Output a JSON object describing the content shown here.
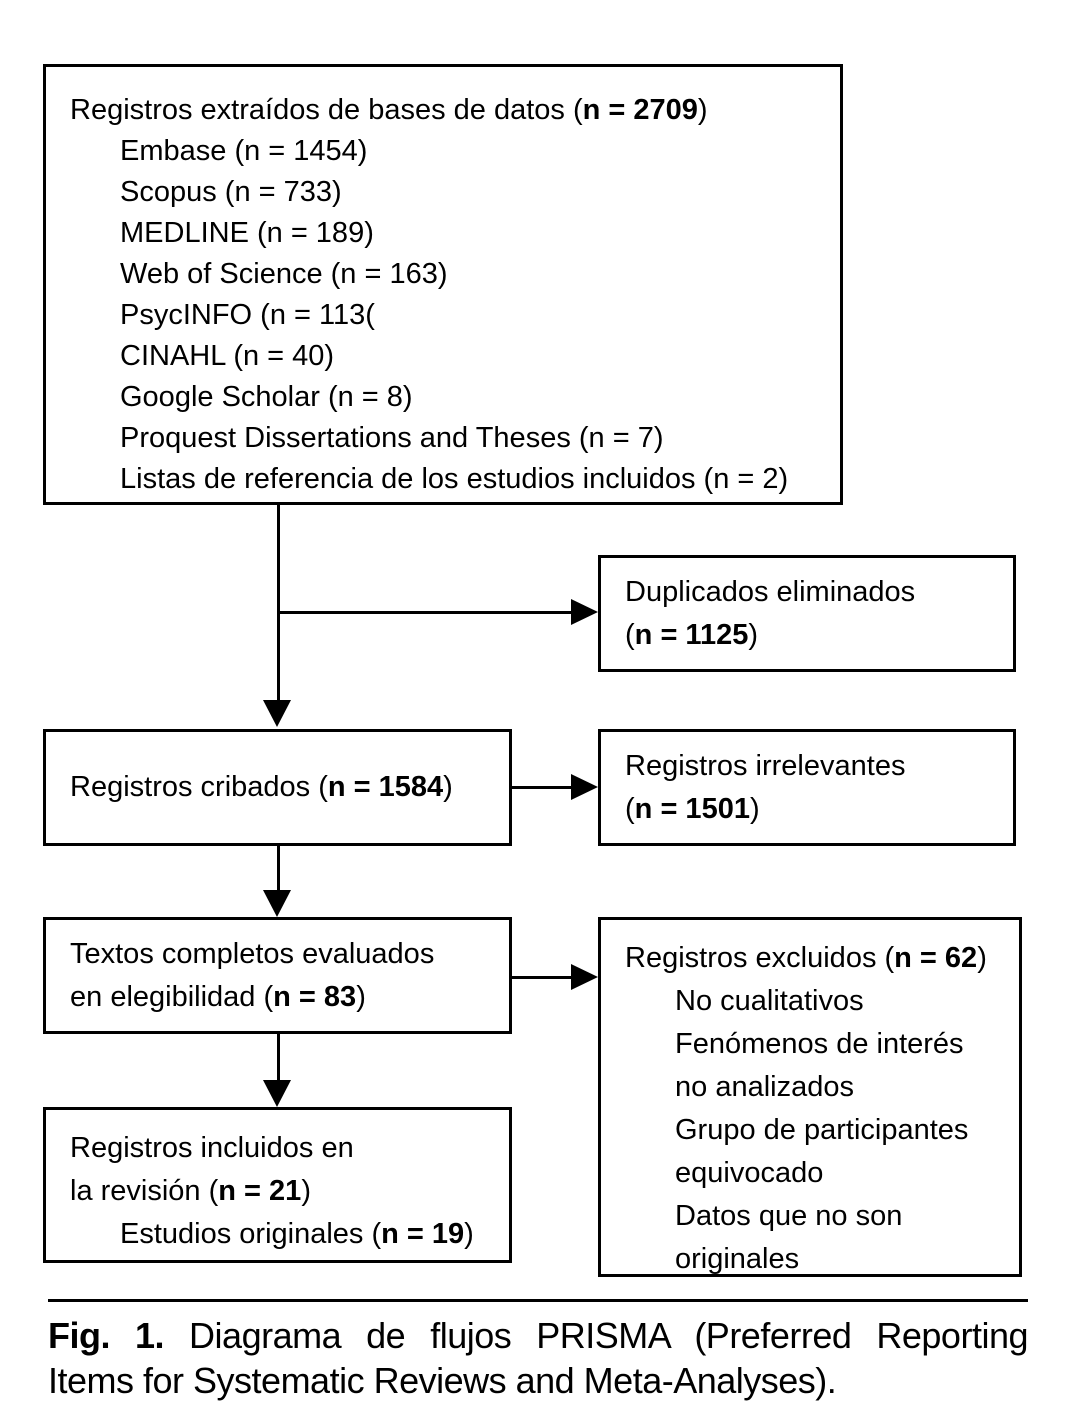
{
  "colors": {
    "ink": "#000000",
    "background": "#ffffff"
  },
  "boxes": {
    "identification": {
      "lines": [
        {
          "pre": "Registros extraídos de bases de datos (",
          "bold": "n = 2709",
          "post": ")"
        },
        {
          "pre": "Embase (n = 1454)",
          "indent": true
        },
        {
          "pre": "Scopus (n = 733)",
          "indent": true
        },
        {
          "pre": "MEDLINE (n = 189)",
          "indent": true
        },
        {
          "pre": "Web of Science (n = 163)",
          "indent": true
        },
        {
          "pre": "PsycINFO (n = 113(",
          "indent": true
        },
        {
          "pre": "CINAHL (n = 40)",
          "indent": true
        },
        {
          "pre": "Google Scholar (n = 8)",
          "indent": true
        },
        {
          "pre": "Proquest Dissertations and Theses (n = 7)",
          "indent": true
        },
        {
          "pre": "Listas de referencia de los estudios incluidos (n = 2)",
          "indent": true
        }
      ]
    },
    "duplicates_removed": {
      "lines": [
        {
          "pre": "Duplicados eliminados"
        },
        {
          "pre": "(",
          "bold": "n = 1125",
          "post": ")"
        }
      ]
    },
    "records_screened": {
      "lines": [
        {
          "pre": "Registros cribados (",
          "bold": "n = 1584",
          "post": ")"
        }
      ]
    },
    "irrelevant_records": {
      "lines": [
        {
          "pre": "Registros irrelevantes"
        },
        {
          "pre": "(",
          "bold": "n = 1501",
          "post": ")"
        }
      ]
    },
    "fulltext_assessed": {
      "lines": [
        {
          "pre": "Textos completos evaluados"
        },
        {
          "pre": "en elegibilidad (",
          "bold": "n = 83",
          "post": ")"
        }
      ]
    },
    "records_excluded": {
      "lines": [
        {
          "pre": "Registros excluidos (",
          "bold": "n = 62",
          "post": ")"
        },
        {
          "pre": "No cualitativos",
          "indent": true
        },
        {
          "pre": "Fenómenos de interés",
          "indent": true
        },
        {
          "pre": "no analizados",
          "indent": true
        },
        {
          "pre": "Grupo de participantes",
          "indent": true
        },
        {
          "pre": "equivocado",
          "indent": true
        },
        {
          "pre": "Datos que no son",
          "indent": true
        },
        {
          "pre": "originales",
          "indent": true
        }
      ]
    },
    "records_included": {
      "lines": [
        {
          "pre": "Registros incluidos en"
        },
        {
          "pre": "la revisión (",
          "bold": "n = 21",
          "post": ")"
        },
        {
          "pre": "Estudios originales (",
          "bold": "n = 19",
          "post": ")",
          "indent": true
        }
      ]
    }
  },
  "caption": {
    "fig_label": "Fig. 1.",
    "line1": " Diagrama de flujos PRISMA (Preferred Reporting",
    "line2": "Items for Systematic Reviews and Meta-Analyses)."
  }
}
